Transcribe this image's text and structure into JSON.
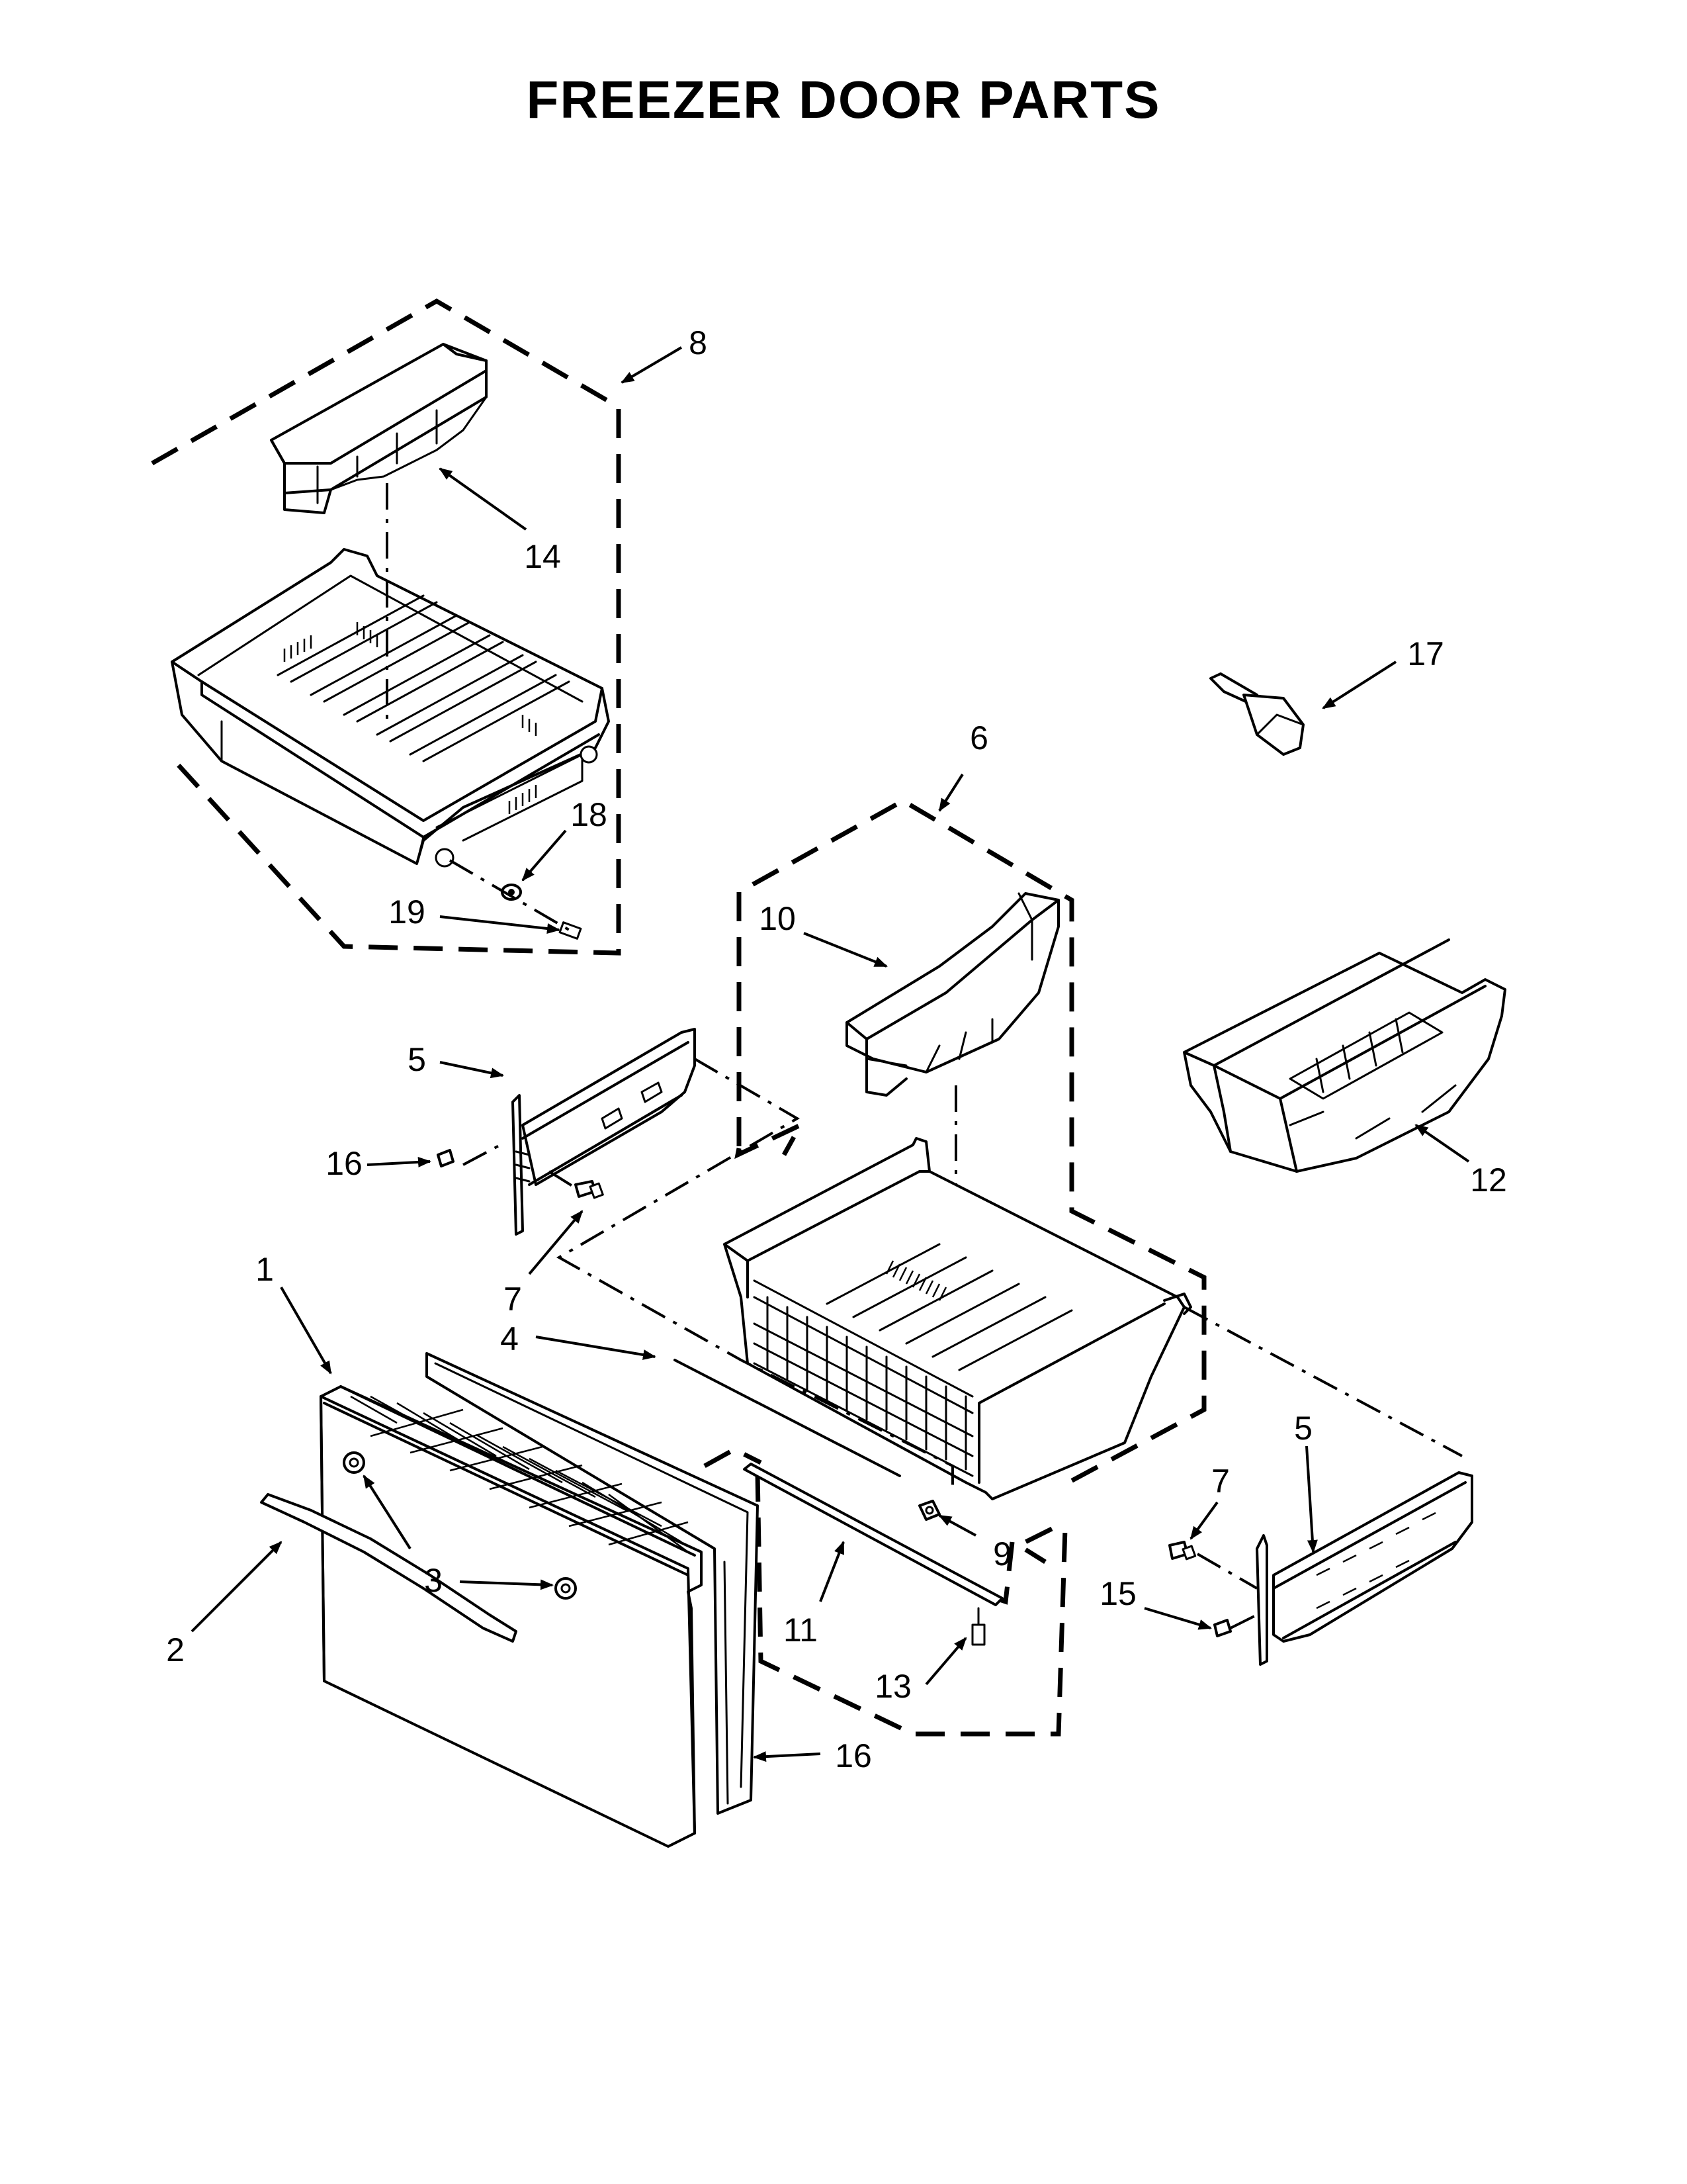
{
  "title": "FREEZER DOOR PARTS",
  "callouts": {
    "c1": "1",
    "c2": "2",
    "c3a": "3",
    "c4": "4",
    "c5a": "5",
    "c5b": "5",
    "c6": "6",
    "c7a": "7",
    "c7b": "7",
    "c8": "8",
    "c9": "9",
    "c10": "10",
    "c11": "11",
    "c12": "12",
    "c13": "13",
    "c14": "14",
    "c15": "15",
    "c16a": "16",
    "c16b": "16",
    "c17": "17",
    "c18": "18",
    "c19": "19"
  },
  "colors": {
    "ink": "#000000",
    "paper": "#ffffff"
  }
}
